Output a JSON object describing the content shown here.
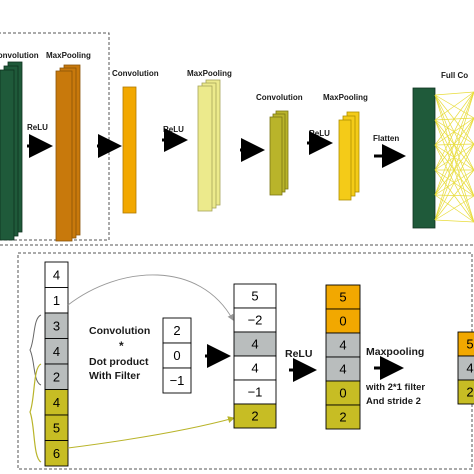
{
  "top": {
    "convolution_1": "Convolution",
    "maxpooling_1": "MaxPooling",
    "relu_1": "ReLU",
    "convolution_2": "Convolution",
    "maxpooling_2": "MaxPooling",
    "relu_2": "ReLU",
    "convolution_3": "Convolution",
    "maxpooling_3": "MaxPooling",
    "relu_3": "ReLU",
    "flatten": "Flatten",
    "fully_connected": "Full Co"
  },
  "bottom": {
    "input_values": [
      "4",
      "1",
      "3",
      "4",
      "2",
      "4",
      "5",
      "6"
    ],
    "convolution_label": "Convolution",
    "star": "*",
    "dot_product_line1": "Dot product",
    "dot_product_line2": "With Filter",
    "filter_values": [
      "2",
      "0",
      "−1"
    ],
    "conv_output_values": [
      "5",
      "−2",
      "4",
      "4",
      "−1",
      "2"
    ],
    "relu_label": "ReLU",
    "relu_output_values": [
      "5",
      "0",
      "4",
      "4",
      "0",
      "2"
    ],
    "maxpooling_label": "Maxpooling",
    "maxpool_note_line1": "with 2*1 filter",
    "maxpool_note_line2": "And stride 2",
    "pooled_values": [
      "5",
      "4",
      "2"
    ]
  },
  "colors": {
    "dark_green": "#1f5a3a",
    "orange_brown": "#c8790c",
    "orange": "#f2a800",
    "yellow": "#f4cb18",
    "pale_yellow": "#ecea8c",
    "olive": "#b9b42a",
    "olive_yellow": "#c7bd24",
    "gray_cell": "#b9bdbd",
    "white_cell": "#ffffff"
  }
}
